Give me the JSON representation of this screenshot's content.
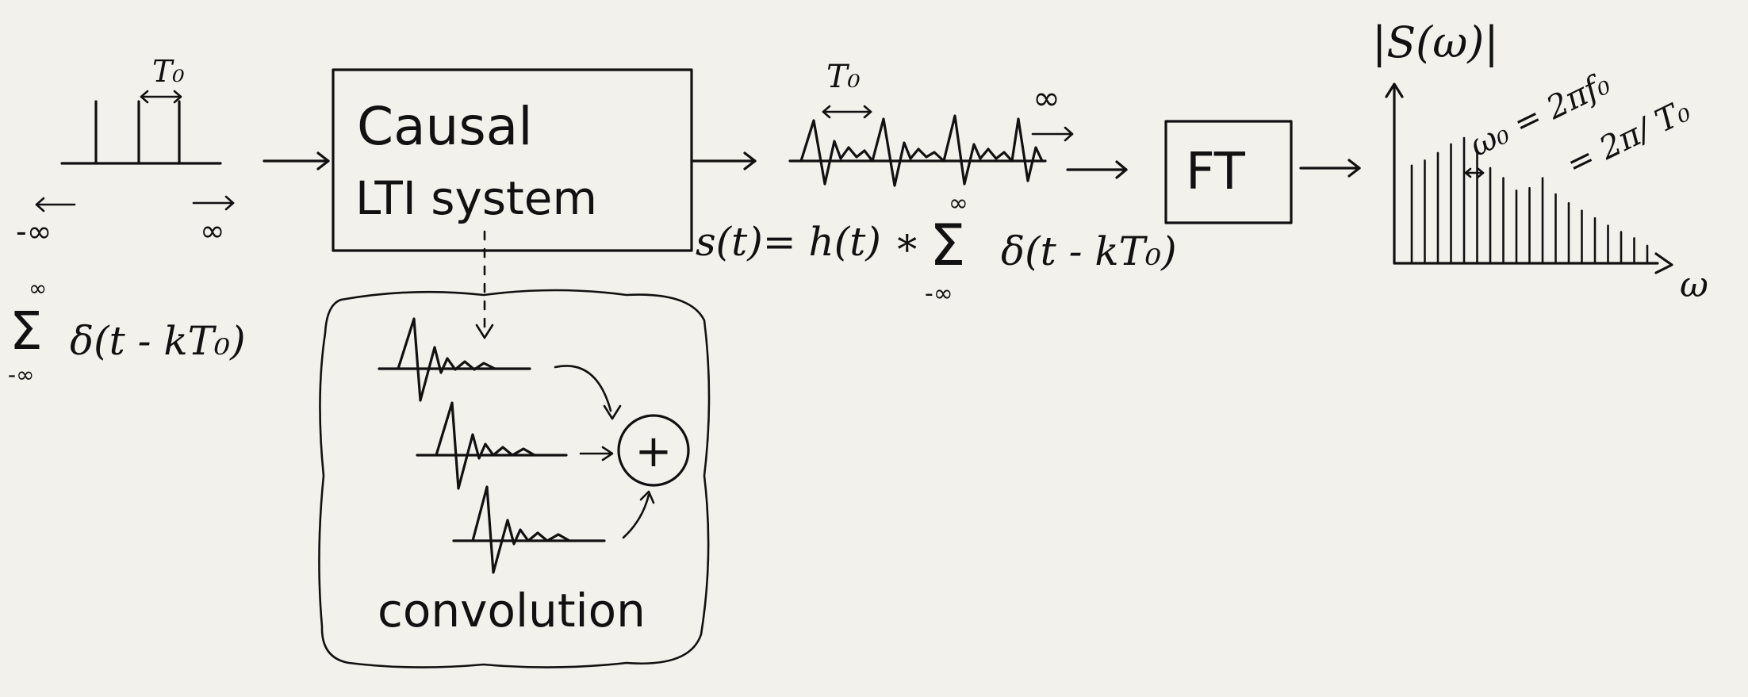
{
  "input": {
    "period_label": "T₀",
    "left_inf": "-∞",
    "right_inf": "∞",
    "sum_upper": "∞",
    "sum_lower": "-∞",
    "sum_symbol": "Σ",
    "sum_expr": "δ(t - kT₀)"
  },
  "system_box": {
    "line1": "Causal",
    "line2": "LTI system"
  },
  "output": {
    "period_label": "T₀",
    "inf_label": "∞",
    "equation_lhs": "s(t)= h(t) ∗",
    "sum_upper": "∞",
    "sum_lower": "-∞",
    "sum_symbol": "Σ",
    "sum_expr": "δ(t - kT₀)"
  },
  "ft_box": {
    "label": "FT"
  },
  "spectrum": {
    "ylabel": "|S(ω)|",
    "xlabel": "ω",
    "omega0_line1": "ω₀ = 2πf₀",
    "omega0_line2": "= 2π/ T₀",
    "magnitudes": [
      0.78,
      0.82,
      0.88,
      0.95,
      1.0,
      0.9,
      0.76,
      0.68,
      0.58,
      0.6,
      0.68,
      0.55,
      0.48,
      0.42,
      0.36,
      0.3,
      0.25,
      0.2,
      0.14
    ]
  },
  "convolution": {
    "plus_symbol": "+",
    "label": "convolution"
  }
}
